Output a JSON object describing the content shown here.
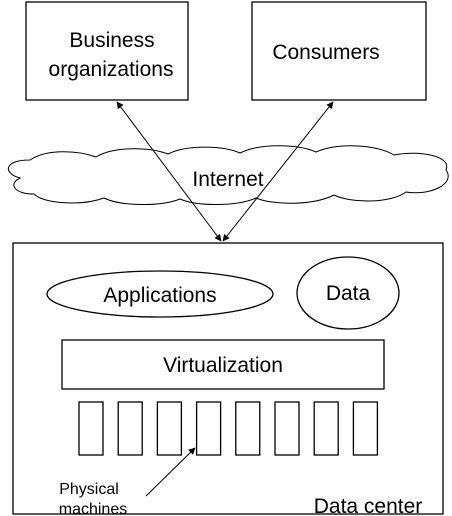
{
  "nodes": {
    "business_line1": "Business",
    "business_line2": "organizations",
    "consumers": "Consumers",
    "internet": "Internet",
    "applications": "Applications",
    "data": "Data",
    "virtualization": "Virtualization",
    "physical_line1": "Physical",
    "physical_line2": "machines",
    "data_center": "Data center"
  },
  "physical_machine_count": 8
}
